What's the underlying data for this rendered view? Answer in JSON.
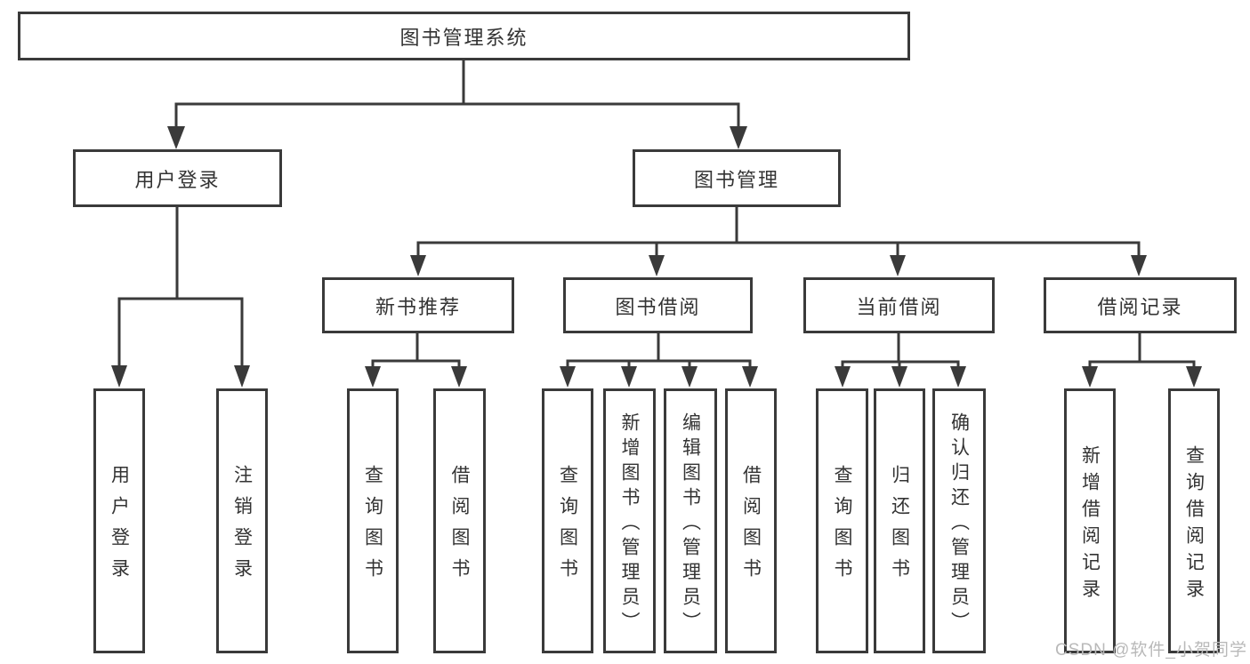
{
  "diagram": {
    "root": {
      "label": "图书管理系统",
      "children": [
        {
          "label": "用户登录",
          "children": [
            {
              "label": "用户登录"
            },
            {
              "label": "注销登录"
            }
          ]
        },
        {
          "label": "图书管理",
          "children": [
            {
              "label": "新书推荐",
              "children": [
                {
                  "label": "查询图书"
                },
                {
                  "label": "借阅图书"
                }
              ]
            },
            {
              "label": "图书借阅",
              "children": [
                {
                  "label": "查询图书"
                },
                {
                  "label": "新增图书（管理员）"
                },
                {
                  "label": "编辑图书（管理员）"
                },
                {
                  "label": "借阅图书"
                }
              ]
            },
            {
              "label": "当前借阅",
              "children": [
                {
                  "label": "查询图书"
                },
                {
                  "label": "归还图书"
                },
                {
                  "label": "确认归还（管理员）"
                }
              ]
            },
            {
              "label": "借阅记录",
              "children": [
                {
                  "label": "新增借阅记录"
                },
                {
                  "label": "查询借阅记录"
                }
              ]
            }
          ]
        }
      ]
    }
  },
  "watermark": "CSDN @软件_小贺同学",
  "colors": {
    "line": "#3a3a3a",
    "text": "#333333",
    "watermark": "#b9b9b9",
    "background": "#ffffff"
  }
}
